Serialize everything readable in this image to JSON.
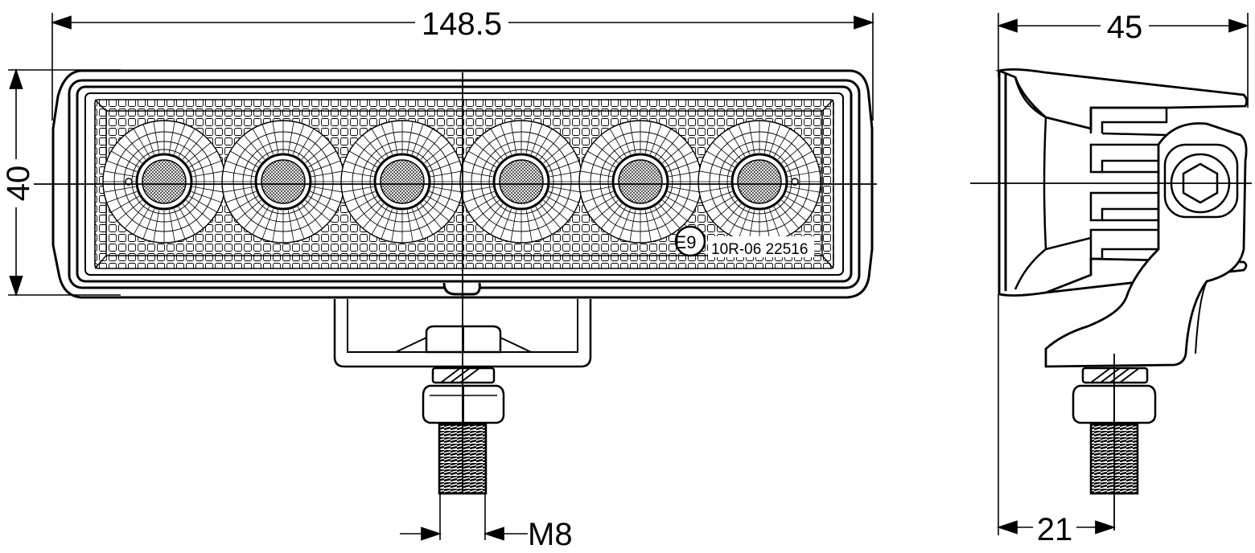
{
  "dimensions": {
    "width": "148.5",
    "height": "40",
    "depth": "45",
    "bracket_offset": "21",
    "bolt_thread": "M8"
  },
  "lamp": {
    "led_count": 6,
    "approval_symbol": "E9",
    "approval_number": "10R-06 22516"
  },
  "colors": {
    "line": "#000000",
    "background": "#ffffff"
  }
}
